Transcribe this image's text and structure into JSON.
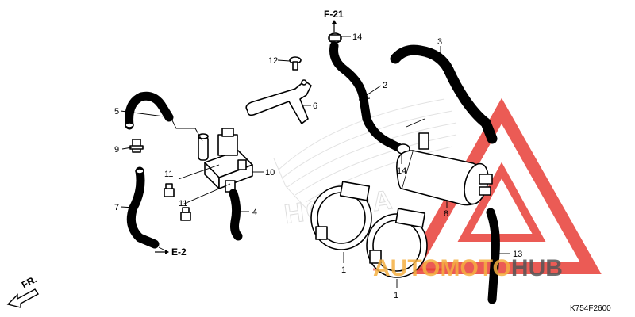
{
  "diagram": {
    "code": "K754F2600",
    "refs": {
      "f21": "F-21",
      "e2": "E-2",
      "fr": "FR."
    },
    "callouts": [
      {
        "id": "c1a",
        "label": "1"
      },
      {
        "id": "c1b",
        "label": "1"
      },
      {
        "id": "c2",
        "label": "2"
      },
      {
        "id": "c3",
        "label": "3"
      },
      {
        "id": "c4",
        "label": "4"
      },
      {
        "id": "c5",
        "label": "5"
      },
      {
        "id": "c6",
        "label": "6"
      },
      {
        "id": "c7",
        "label": "7"
      },
      {
        "id": "c8",
        "label": "8"
      },
      {
        "id": "c9",
        "label": "9"
      },
      {
        "id": "c10",
        "label": "10"
      },
      {
        "id": "c11a",
        "label": "11"
      },
      {
        "id": "c11b",
        "label": "11"
      },
      {
        "id": "c12",
        "label": "12"
      },
      {
        "id": "c13",
        "label": "13"
      },
      {
        "id": "c14a",
        "label": "14"
      },
      {
        "id": "c14b",
        "label": "14"
      }
    ],
    "watermark": {
      "part1": "AUTOMOTO",
      "part2": "HUB",
      "accent": "#e6322b",
      "orange": "#f5b041"
    },
    "background_logo": "HONDA"
  }
}
